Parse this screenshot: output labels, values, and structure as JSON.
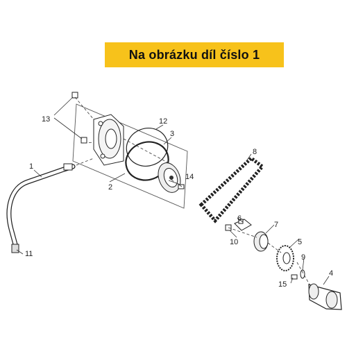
{
  "banner": {
    "text": "Na obrázku díl číslo 1",
    "color": "#f7c21b"
  },
  "callouts": [
    {
      "id": "1",
      "name": "oil-pipe"
    },
    {
      "id": "2",
      "name": "oil-filter-cover"
    },
    {
      "id": "3",
      "name": "o-ring"
    },
    {
      "id": "4",
      "name": "camshaft"
    },
    {
      "id": "5",
      "name": "sprocket"
    },
    {
      "id": "6",
      "name": "guide-plate"
    },
    {
      "id": "7",
      "name": "tensioner"
    },
    {
      "id": "8",
      "name": "timing-chain"
    },
    {
      "id": "9",
      "name": "washer"
    },
    {
      "id": "10",
      "name": "bolt-10"
    },
    {
      "id": "11",
      "name": "clip"
    },
    {
      "id": "12",
      "name": "gasket"
    },
    {
      "id": "13",
      "name": "bolt-13"
    },
    {
      "id": "14",
      "name": "bolt-14"
    },
    {
      "id": "15",
      "name": "bolt-15"
    }
  ]
}
